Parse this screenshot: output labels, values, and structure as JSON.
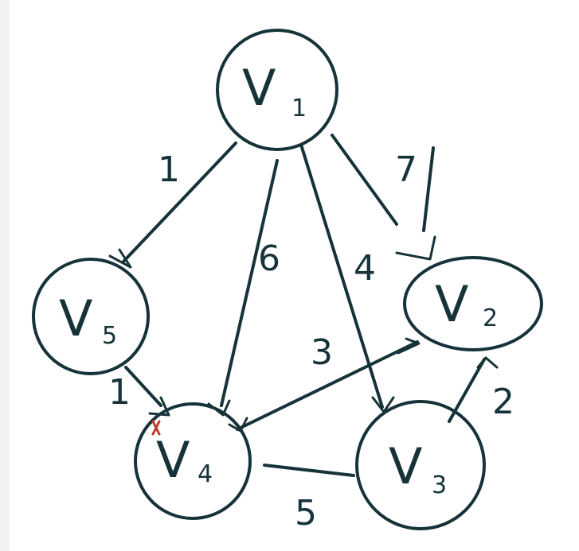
{
  "colors": {
    "ink": "#163339",
    "paper": "#ffffff",
    "margin": "#f2f2f2",
    "red_mark": "#c0392b"
  },
  "nodes": [
    {
      "id": "v1",
      "letter": "V",
      "index": "1"
    },
    {
      "id": "v2",
      "letter": "V",
      "index": "2"
    },
    {
      "id": "v3",
      "letter": "V",
      "index": "3"
    },
    {
      "id": "v4",
      "letter": "V",
      "index": "4"
    },
    {
      "id": "v5",
      "letter": "V",
      "index": "5"
    }
  ],
  "edges": [
    {
      "from": "v1",
      "to": "v5",
      "weight": "1",
      "directed": true
    },
    {
      "from": "v1",
      "to": "v4",
      "weight": "6",
      "directed": true
    },
    {
      "from": "v1",
      "to": "v3",
      "weight": "4",
      "directed": true
    },
    {
      "from": "v1",
      "to": "v2",
      "weight": "7",
      "directed": true
    },
    {
      "from": "v5",
      "to": "v4",
      "weight": "1",
      "directed": true
    },
    {
      "from": "v4",
      "to": "v2",
      "weight": "3",
      "directed": true
    },
    {
      "from": "v3",
      "to": "v2",
      "weight": "2",
      "directed": true
    },
    {
      "from": "v4",
      "to": "v3",
      "weight": "5",
      "directed": false
    }
  ]
}
